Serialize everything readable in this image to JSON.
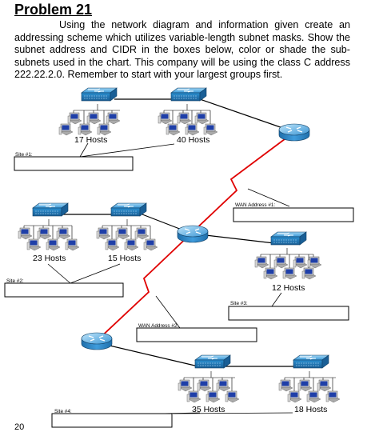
{
  "title": "Problem 21",
  "instructions": "Using the network diagram and information given create an addressing scheme which utilizes variable-length subnet masks.  Show the subnet address and CIDR in the boxes below, color or shade the sub-subnets used in the chart.  This company will be using the class C address 222.22.2.0. Remember to start with your largest groups first.",
  "host_labels": {
    "h17": "17 Hosts",
    "h40": "40 Hosts",
    "h23": "23 Hosts",
    "h15": "15 Hosts",
    "h12": "12 Hosts",
    "h35": "35 Hosts",
    "h18": "18 Hosts"
  },
  "box_labels": {
    "site1": "Site #1:",
    "wan1": "WAN Address #1:",
    "site2": "Site #2:",
    "site3": "Site #3:",
    "wan2": "WAN Address #2:",
    "site4": "Site #4:"
  },
  "page_number": "20",
  "colors": {
    "switch_blue": "#2a8fd0",
    "router_blue": "#2e86c8",
    "wan_red": "#e00000"
  },
  "icons": [
    "switch-icon",
    "router-icon",
    "workstation-icon"
  ]
}
